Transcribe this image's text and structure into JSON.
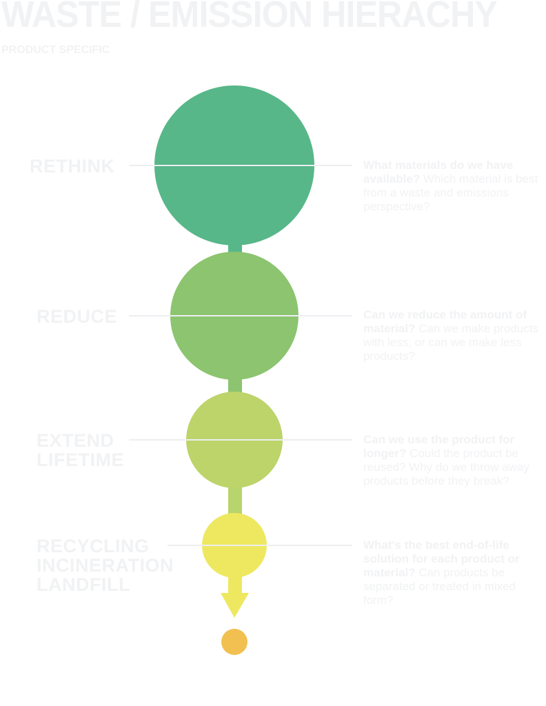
{
  "title": "WASTE / EMISSION HIERACHY",
  "subtitle": "PRODUCT SPECIFIC",
  "colors": {
    "rethink": "#57b789",
    "reduce": "#8cc46f",
    "extend": "#bcd46a",
    "recycle": "#ede860",
    "connector": "#b8d46c",
    "arrow": "#ede860",
    "endpoint": "#f2c050",
    "line": "#eceef1",
    "text": "#f1f2f4"
  },
  "steps": [
    {
      "label": "RETHINK",
      "question": "What materials do we have available?",
      "detail": " Which material is best from a waste and emissions perspective?"
    },
    {
      "label": "REDUCE",
      "question": "Can we reduce the amount of material?",
      "detail": " Can we make products with less, or can we make less products?"
    },
    {
      "label": "EXTEND\nLIFETIME",
      "question": "Can we use the product for longer?",
      "detail": " Could the product be reused? Why do we throw away products before they break?"
    },
    {
      "label": "RECYCLING\nINCINERATION\nLANDFILL",
      "question": "What's the best end-of-life solution for each product or material?",
      "detail": " Can products be separated or treated in mixed form?"
    }
  ]
}
